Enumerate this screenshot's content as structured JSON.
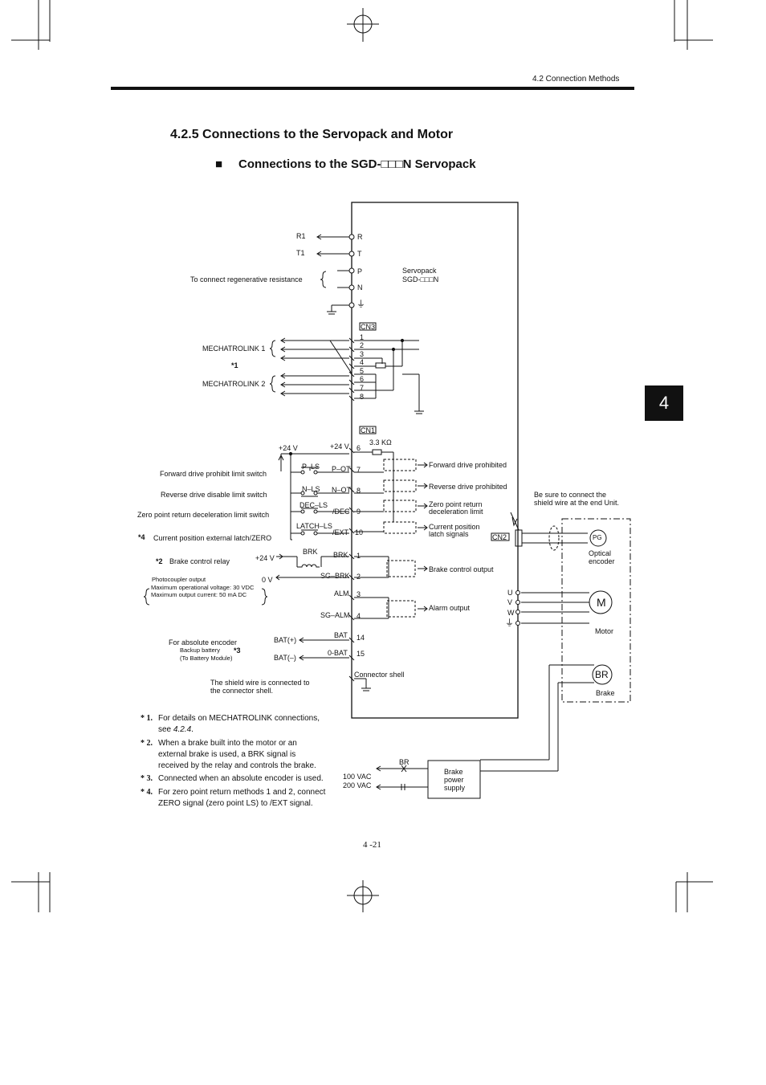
{
  "header": {
    "section": "4.2  Connection Methods"
  },
  "section_title": "4.2.5 Connections to the Servopack and Motor",
  "subsection": {
    "bullet": "■",
    "title": "Connections to the SGD-□□□N Servopack"
  },
  "chapter_tab": "4",
  "page_number": "4 -21",
  "diagram": {
    "power": {
      "r1": "R1",
      "t1": "T1",
      "r": "R",
      "t": "T",
      "p": "P",
      "n": "N",
      "regen": "To connect regenerative resistance",
      "ground": "⏚"
    },
    "servopack": {
      "label1": "Servopack",
      "label2": "SGD-□□□N"
    },
    "cn3": {
      "label": "CN3",
      "pins": [
        "1",
        "2",
        "3",
        "4",
        "5",
        "6",
        "7",
        "8"
      ],
      "ml1": "MECHATROLINK 1",
      "ml2": "MECHATROLINK 2",
      "star1": "*1"
    },
    "cn1": {
      "label": "CN1",
      "resistor": "3.3 KΩ",
      "v24_left": "+24 V",
      "v24_pin": "+24 V",
      "pin6": "6",
      "p_ls": "P–LS",
      "p_ot": "P–OT",
      "pin7": "7",
      "n_ls": "N–LS",
      "n_ot": "N–OT",
      "pin8": "8",
      "dec_ls": "DEC–LS",
      "dec": "/DEC",
      "pin9": "9",
      "latch_ls": "LATCH–LS",
      "ext": "/EXT",
      "pin10": "10",
      "fwd_switch": "Forward drive prohibit limit switch",
      "rev_switch": "Reverse drive disable limit switch",
      "zero_switch": "Zero point return deceleration limit switch",
      "star4": "*4",
      "latch_text": "Current position external latch/ZERO",
      "fwd_out": "Forward drive prohibited",
      "rev_out": "Reverse drive prohibited",
      "zero_out1": "Zero point return",
      "zero_out2": "deceleration limit",
      "latch_out1": "Current position",
      "latch_out2": "latch signals",
      "star2": "*2",
      "brake_relay": "Brake control relay",
      "v24_brk": "+24 V",
      "brk_coil": "BRK",
      "brk": "BRK",
      "pin1": "1",
      "ov": "0 V",
      "sg_brk": "SG–BRK",
      "pin2": "2",
      "photo1": "Photocoupler output",
      "photo2": "Maximum operational voltage: 30 VDC",
      "photo3": "Maximum output current: 50 mA DC",
      "brake_out": "Brake control output",
      "alm": "ALM",
      "pin3": "3",
      "sg_alm": "SG–ALM",
      "pin4": "4",
      "alarm_out": "Alarm output",
      "abs_enc": "For absolute encoder",
      "backup1": "Backup battery",
      "backup2": "(To Battery Module)",
      "star3": "*3",
      "bat_plus": "BAT(+)",
      "bat": "BAT",
      "pin14": "14",
      "bat_minus": "BAT(–)",
      "bat0": "0-BAT",
      "pin15": "15",
      "shell": "Connector shell",
      "shield1": "The shield wire is connected to",
      "shield2": "the connector shell."
    },
    "cn2": {
      "label": "CN2",
      "shield1": "Be sure to connect the",
      "shield2": "shield wire at the end Unit."
    },
    "motor": {
      "pg": "PG",
      "optical1": "Optical",
      "optical2": "encoder",
      "u": "U",
      "v": "V",
      "w": "W",
      "m": "M",
      "motor": "Motor",
      "br": "BR",
      "brake": "Brake"
    },
    "brake_supply": {
      "br": "BR",
      "v100": "100 VAC",
      "v200": "200 VAC",
      "l1": "Brake",
      "l2": "power",
      "l3": "supply"
    }
  },
  "notes": [
    {
      "mark": "* 1.",
      "text": "For details on MECHATROLINK connections, see ",
      "ref": "4.2.4",
      "tail": "."
    },
    {
      "mark": "* 2.",
      "text": "When a brake built into the motor or an external brake is used, a BRK signal is received by the relay and controls the brake."
    },
    {
      "mark": "* 3.",
      "text": "Connected when an absolute encoder is used."
    },
    {
      "mark": "* 4.",
      "text": "For zero point return methods 1 and 2, connect ZERO signal (zero point LS) to /EXT signal."
    }
  ]
}
